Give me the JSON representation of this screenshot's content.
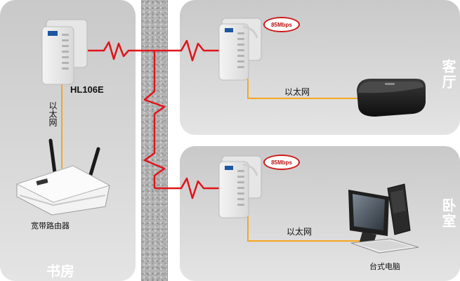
{
  "rooms": {
    "study": "书房",
    "living_room": "客厅",
    "bedroom": "卧室"
  },
  "adapter_model": "HL106E",
  "router_label": "宽带路由器",
  "computer_label": "台式电脑",
  "ethernet_label": "以太网",
  "speed_badge": "85Mbps",
  "colors": {
    "powerline": "#e0141a",
    "ethernet": "#f5a623",
    "room_background": "#d4d4d4",
    "wall": "#b4b4b4"
  }
}
